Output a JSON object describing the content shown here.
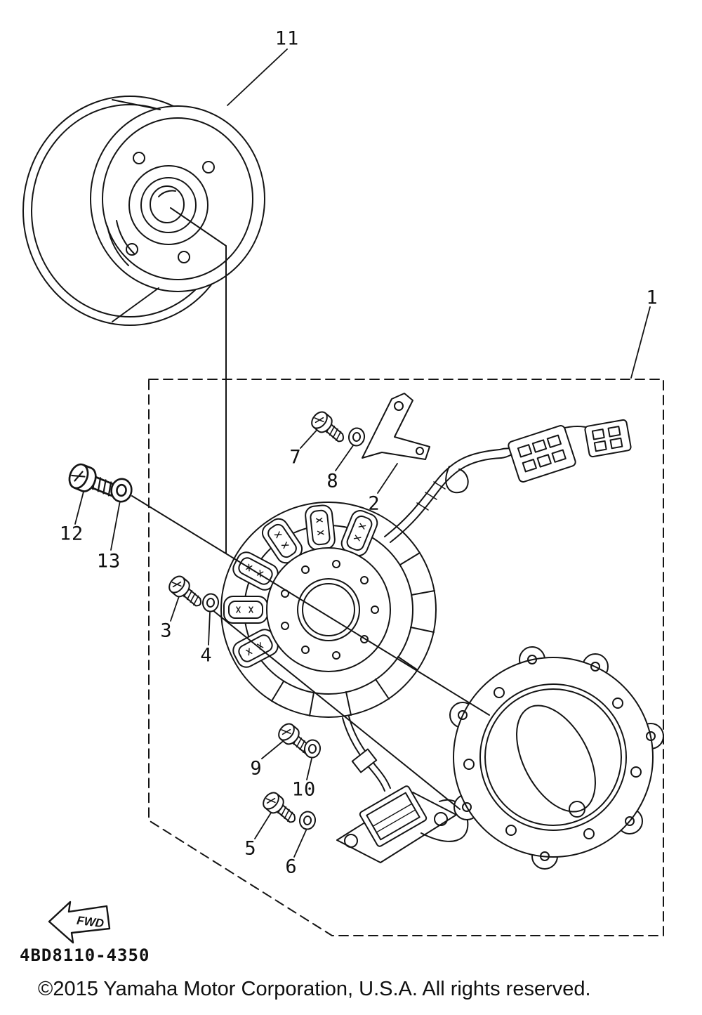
{
  "diagram": {
    "callouts": [
      {
        "label": "1"
      },
      {
        "label": "2"
      },
      {
        "label": "3"
      },
      {
        "label": "4"
      },
      {
        "label": "5"
      },
      {
        "label": "6"
      },
      {
        "label": "7"
      },
      {
        "label": "8"
      },
      {
        "label": "9"
      },
      {
        "label": "10"
      },
      {
        "label": "11"
      },
      {
        "label": "12"
      },
      {
        "label": "13"
      }
    ],
    "fwd_label": "FWD",
    "part_code": "4BD8110-4350",
    "copyright": "©2015 Yamaha Motor Corporation, U.S.A. All rights reserved."
  }
}
